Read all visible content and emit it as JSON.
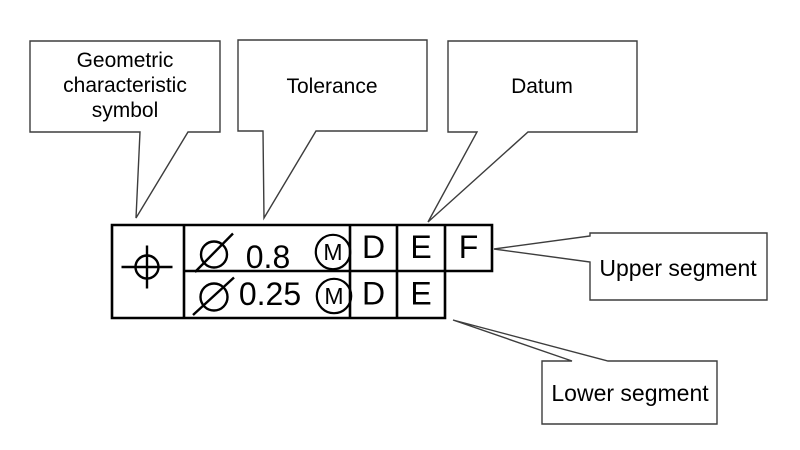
{
  "callouts": {
    "geometric": {
      "lines": [
        "Geometric",
        "characteristic",
        "symbol"
      ]
    },
    "tolerance": {
      "label": "Tolerance"
    },
    "datum": {
      "label": "Datum"
    },
    "upper_segment": {
      "label": "Upper segment"
    },
    "lower_segment": {
      "label": "Lower segment"
    }
  },
  "frame": {
    "characteristic_symbol": "position-symbol",
    "upper_segment": {
      "diameter_symbol": "⌀",
      "tolerance_value": "0.8",
      "material_modifier": "M",
      "datums": [
        "D",
        "E",
        "F"
      ]
    },
    "lower_segment": {
      "diameter_symbol": "⌀",
      "tolerance_value": "0.25",
      "material_modifier": "M",
      "datums": [
        "D",
        "E"
      ]
    }
  },
  "colors": {
    "frame_line": "#000000",
    "callout_line": "#3d3d3d",
    "text": "#000000",
    "background": "#ffffff"
  }
}
